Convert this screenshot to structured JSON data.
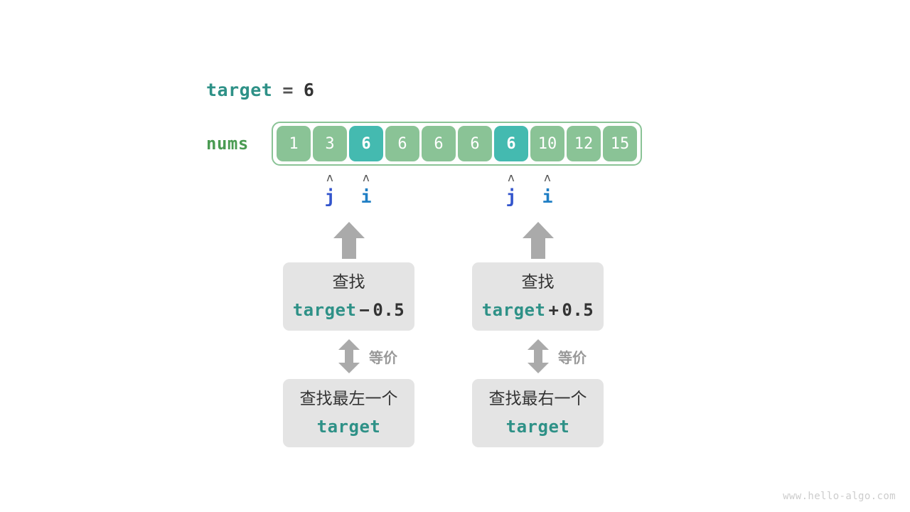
{
  "target_line": {
    "name": "target",
    "equals": "=",
    "value": "6"
  },
  "array": {
    "label": "nums",
    "cells": [
      {
        "value": "1",
        "highlight": false
      },
      {
        "value": "3",
        "highlight": false
      },
      {
        "value": "6",
        "highlight": true
      },
      {
        "value": "6",
        "highlight": false
      },
      {
        "value": "6",
        "highlight": false
      },
      {
        "value": "6",
        "highlight": false
      },
      {
        "value": "6",
        "highlight": true
      },
      {
        "value": "10",
        "highlight": false
      },
      {
        "value": "12",
        "highlight": false
      },
      {
        "value": "15",
        "highlight": false
      }
    ]
  },
  "pointers": [
    {
      "id": "left-j",
      "caret": "ʌ",
      "label": "j",
      "cell_index": 1,
      "group": "left"
    },
    {
      "id": "left-i",
      "caret": "ʌ",
      "label": "i",
      "cell_index": 2,
      "group": "left"
    },
    {
      "id": "right-j",
      "caret": "ʌ",
      "label": "j",
      "cell_index": 6,
      "group": "right"
    },
    {
      "id": "right-i",
      "caret": "ʌ",
      "label": "i",
      "cell_index": 7,
      "group": "right"
    }
  ],
  "columns": {
    "left": {
      "upper_box": {
        "line1": "查找",
        "expr_name": "target",
        "expr_op": "−",
        "expr_value": "0.5"
      },
      "equiv_label": "等价",
      "lower_box": {
        "line1": "查找最左一个",
        "line2": "target"
      }
    },
    "right": {
      "upper_box": {
        "line1": "查找",
        "expr_name": "target",
        "expr_op": "+",
        "expr_value": "0.5"
      },
      "equiv_label": "等价",
      "lower_box": {
        "line1": "查找最右一个",
        "line2": "target"
      }
    }
  },
  "watermark": "www.hello-algo.com",
  "colors": {
    "cell_normal": "#8ac396",
    "cell_highlight": "#44bab0",
    "array_border": "#8ac396",
    "nums_label": "#4a9b52",
    "target_teal": "#2e9187",
    "pointer_j": "#3355cc",
    "pointer_i": "#1f7ec4",
    "arrow_gray": "#aaaaaa",
    "box_bg": "#e4e4e4",
    "text_dark": "#333333",
    "watermark": "#cccccc"
  }
}
